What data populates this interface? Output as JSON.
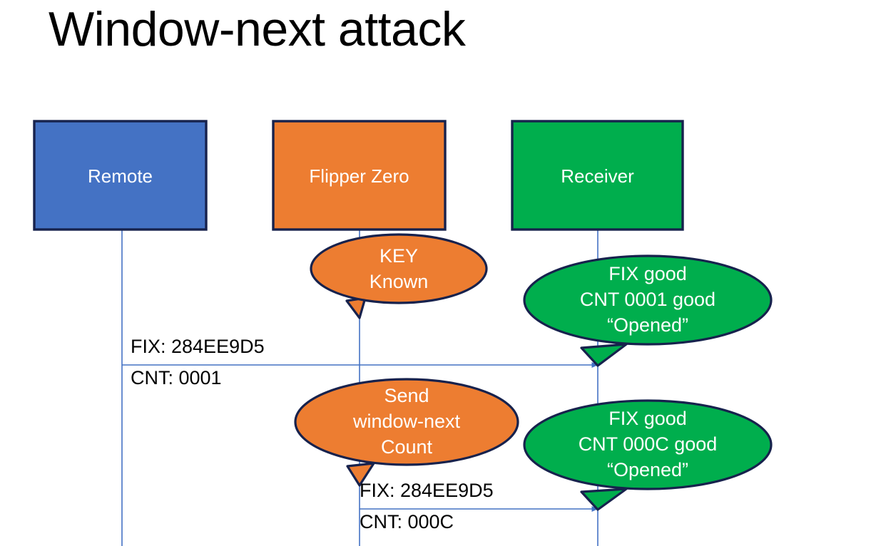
{
  "slide": {
    "title": "Window-next attack",
    "background": "#ffffff"
  },
  "colors": {
    "remote_fill": "#4472C4",
    "flipper_fill": "#ED7D31",
    "receiver_fill": "#00AE4D",
    "shape_border": "#17224D",
    "lifeline": "#4472C4",
    "arrow": "#4472C4",
    "label_text": "#000000",
    "shape_text": "#ffffff"
  },
  "actors": [
    {
      "id": "remote",
      "label": "Remote",
      "fill": "#4472C4"
    },
    {
      "id": "flipper",
      "label": "Flipper Zero",
      "fill": "#ED7D31"
    },
    {
      "id": "receiver",
      "label": "Receiver",
      "fill": "#00AE4D"
    }
  ],
  "callouts": [
    {
      "id": "key-known",
      "owner": "flipper",
      "fill": "#ED7D31",
      "lines": [
        "KEY",
        "Known"
      ]
    },
    {
      "id": "receiver-verify-1",
      "owner": "receiver",
      "fill": "#00AE4D",
      "lines": [
        "FIX good",
        "CNT 0001 good",
        "“Opened”"
      ]
    },
    {
      "id": "send-window-next",
      "owner": "flipper",
      "fill": "#ED7D31",
      "lines": [
        "Send",
        "window-next",
        "Count"
      ]
    },
    {
      "id": "receiver-verify-2",
      "owner": "receiver",
      "fill": "#00AE4D",
      "lines": [
        "FIX good",
        "CNT 000C good",
        "“Opened”"
      ]
    }
  ],
  "messages": [
    {
      "id": "msg-remote-to-receiver",
      "from": "remote",
      "to": "receiver",
      "line_above": "FIX: 284EE9D5",
      "line_below": "CNT: 0001"
    },
    {
      "id": "msg-flipper-to-receiver",
      "from": "flipper",
      "to": "receiver",
      "line_above": "FIX: 284EE9D5",
      "line_below": "CNT: 000C"
    }
  ]
}
